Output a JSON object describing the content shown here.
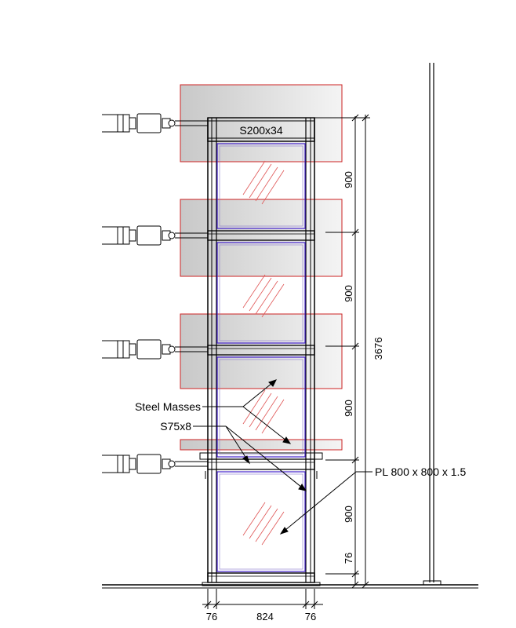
{
  "labels": {
    "section": "S200x34",
    "masses": "Steel Masses",
    "bracing": "S75x8",
    "plate": "PL 800 x 800 x 1.5"
  },
  "dimensions": {
    "storey_1": "900",
    "storey_2": "900",
    "storey_3": "900",
    "storey_4": "900",
    "base": "76",
    "total": "3676",
    "col_left": "76",
    "bay": "824",
    "col_right": "76"
  },
  "colors": {
    "line": "#000000",
    "mass_outline": "#cc2222",
    "mass_fill": "#d9d9d9",
    "panel_outline": "#4422cc",
    "glass_hatch": "#e05555"
  }
}
